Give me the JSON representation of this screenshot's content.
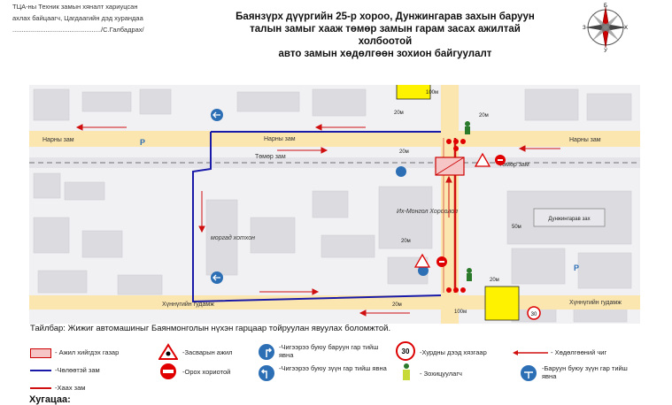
{
  "header": {
    "approval_line1": "ТЦА-ны Техник замын хяналт хариуцсан",
    "approval_line2": "ахлах байцаагч, Цагдаагийн дэд хурандаа",
    "signature_line": "................................................/С.Галбадрах/",
    "title": [
      "Баянзүрх дүүргийн 25-р хороо, Дунжингарав захын баруун",
      "талын замыг хааж төмөр замын гарам засах ажилтай холбоотой",
      "авто замын хөдөлгөөн зохион байгуулалт"
    ]
  },
  "compass": {
    "labels": [
      "Б",
      "З",
      "Х",
      "У"
    ]
  },
  "map": {
    "road_names": [
      "Нарны зам",
      "Нарны зам",
      "Нарны зам",
      "Төмөр зам",
      "Төмөр зам",
      "Хүннүгийн гудамж",
      "Хүннүгийн гудамж",
      "Дунжингарав зах",
      "Их-Монгол Хороолол",
      "моргад хотхон"
    ],
    "distances": [
      "100м",
      "20м",
      "20м",
      "20м",
      "20м",
      "20м",
      "20м",
      "100м",
      "50м"
    ],
    "parking": [
      "P",
      "P"
    ],
    "speed_limit": "30"
  },
  "note": "Тайлбар: Жижиг автомашиныг Баянмонголын нүхэн гарцаар тойруулан явуулах боломжтой.",
  "legend": {
    "work_zone": "- Ажил хийгдэх газар",
    "repair_work": "-Засварын ажил",
    "right_turn_only": "-Чигээрээ буюу баруун гар тийш явна",
    "speed_limit": "-Хурдны дээд хязгаар",
    "detour": "- Хөдөлгөөний чиг",
    "open_road": "-Чөлөөтэй зам",
    "no_entry": "-Орох хориотой",
    "left_turn_only": "-Чигээрээ буюу зүүн гар тийш явна",
    "traffic_controller": "- Зохицуулагч",
    "right_or_left": "-Баруун буюу зүүн гар тийш явна",
    "closed_road": "-Хаах зам",
    "speed_value": "30"
  },
  "footer": {
    "label": "Хугацаа:"
  }
}
